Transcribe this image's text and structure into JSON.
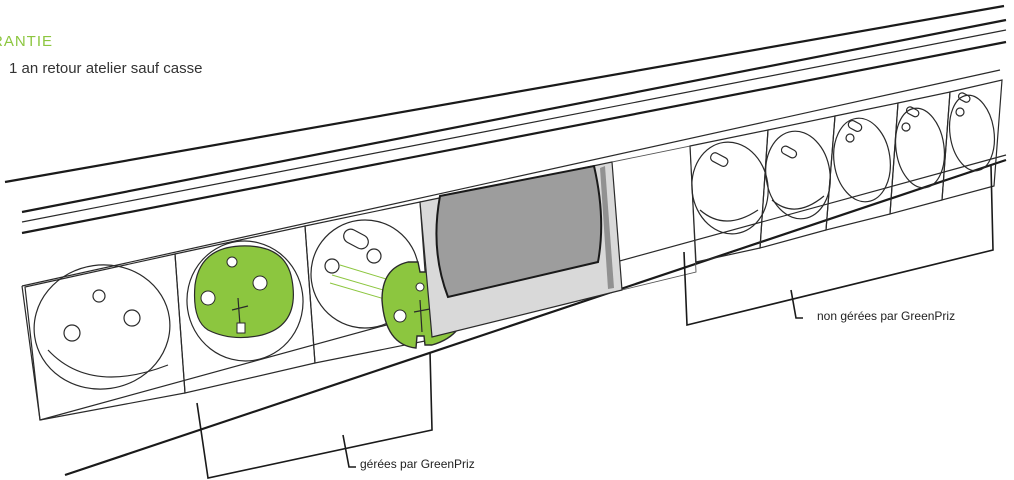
{
  "warranty": {
    "heading": "RANTIE",
    "text": "1 an retour atelier sauf casse"
  },
  "callouts": {
    "managed": "gérées par GreenPriz",
    "unmanaged": "non gérées par GreenPriz"
  },
  "colors": {
    "accent_green": "#8cc63f",
    "screen_gray": "#9d9d9d",
    "outline": "#2a2a2a"
  }
}
